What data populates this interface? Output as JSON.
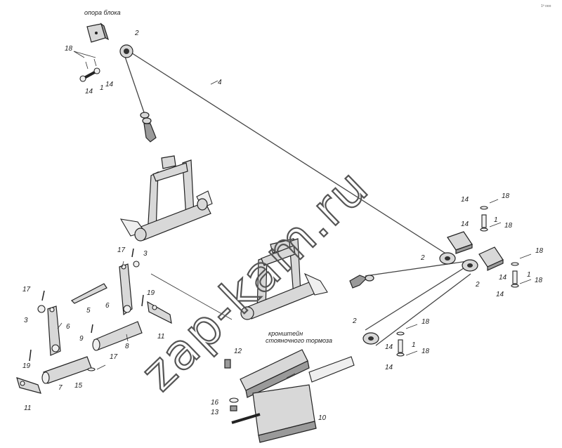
{
  "captions": {
    "block_support": "опора блока",
    "bracket_parking_brake_line1": "кронштейн",
    "bracket_parking_brake_line2": "стояночного тормоза"
  },
  "watermark": "zap-kam.ru",
  "corner_mark": "1ª ooo",
  "labels": {
    "l2_top": "2",
    "l18_topleft": "18",
    "l14_tl_a": "14",
    "l1_tl": "1",
    "l14_tl_b": "14",
    "l4": "4",
    "l14_r1": "14",
    "l18_r1": "18",
    "l14_r2": "14",
    "l1_r2": "1",
    "l18_r2": "18",
    "l2_mid": "2",
    "l18_r3": "18",
    "l2_right": "2",
    "l14_r4": "14",
    "l1_r4": "1",
    "l18_r4": "18",
    "l14_r5": "14",
    "l2_bottom": "2",
    "l18_r6": "18",
    "l14_r7": "14",
    "l1_r7": "1",
    "l18_r7": "18",
    "l14_r8": "14",
    "l17_a": "17",
    "l3_a": "3",
    "l17_b": "17",
    "l5": "5",
    "l6_a": "6",
    "l19_a": "19",
    "l3_b": "3",
    "l6_b": "6",
    "l9": "9",
    "l8": "8",
    "l11_a": "11",
    "l19_b": "19",
    "l17_c": "17",
    "l7": "7",
    "l15": "15",
    "l11_b": "11",
    "l12": "12",
    "l16": "16",
    "l13": "13",
    "l10": "10"
  }
}
